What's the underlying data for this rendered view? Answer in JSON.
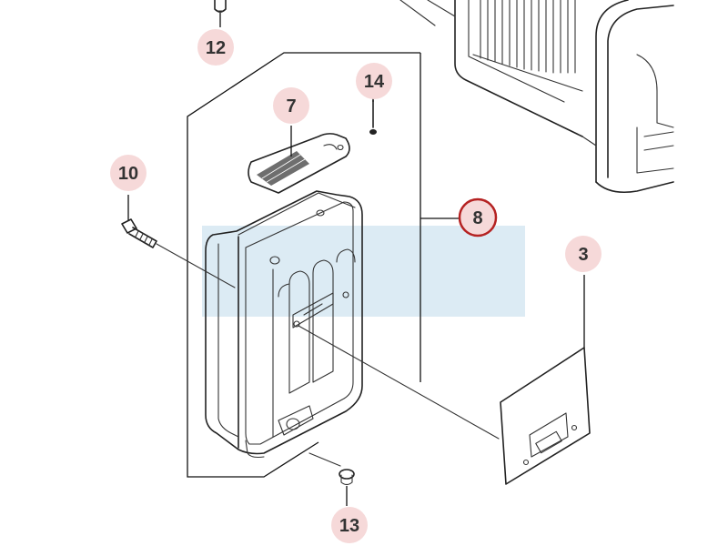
{
  "colors": {
    "callout_fill": "#f6d9d9",
    "callout_highlight_ring": "#b52222",
    "watermark": "#dcebf4",
    "line": "#222222"
  },
  "callouts": [
    {
      "id": "12",
      "label": "12",
      "highlighted": false
    },
    {
      "id": "7",
      "label": "7",
      "highlighted": false
    },
    {
      "id": "14",
      "label": "14",
      "highlighted": false
    },
    {
      "id": "10",
      "label": "10",
      "highlighted": false
    },
    {
      "id": "8",
      "label": "8",
      "highlighted": true
    },
    {
      "id": "3",
      "label": "3",
      "highlighted": false
    },
    {
      "id": "13",
      "label": "13",
      "highlighted": false
    }
  ]
}
